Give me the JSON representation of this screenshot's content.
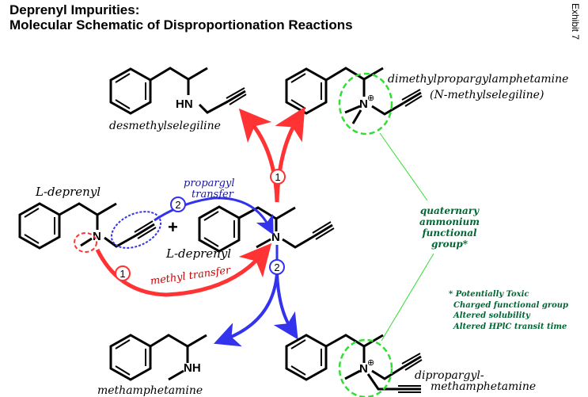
{
  "title": {
    "line1": "Deprenyl Impurities:",
    "line2": "Molecular Schematic of Disproportionation Reactions"
  },
  "exhibit_label": "Exhibit 7",
  "compounds": {
    "reactant_1": {
      "name": "L-deprenyl",
      "atom": "N"
    },
    "reactant_2": {
      "name": "L-deprenyl",
      "atom": "N"
    },
    "desmethylselegiline": {
      "name": "desmethylselegiline",
      "atom": "HN"
    },
    "dimethylpropargylamphetamine": {
      "name": "dimethylpropargylamphetamine",
      "alias": "(N-methylselegiline)",
      "atom": "N",
      "charge": "⊕"
    },
    "methamphetamine": {
      "name": "methamphetamine",
      "atom": "NH"
    },
    "dipropargylmethamphetamine": {
      "name_line1": "dipropargyl-",
      "name_line2": "methamphetamine",
      "atom": "N",
      "charge": "⊕"
    }
  },
  "plus_sign": "+",
  "reactions": {
    "methyl": {
      "label": "methyl transfer",
      "step": "1",
      "color": "#ff3333"
    },
    "propargyl": {
      "label_line1": "propargyl",
      "label_line2": "transfer",
      "step": "2",
      "color": "#3333ee"
    }
  },
  "annotation": {
    "group_lines": [
      "quaternary",
      "ammonium",
      "functional",
      "group*"
    ],
    "notes": [
      "* Potentially Toxic",
      "Charged functional group",
      "Altered solubility",
      "Altered HPlC transit time"
    ],
    "color": "#006633",
    "circle_color": "#33dd33"
  }
}
